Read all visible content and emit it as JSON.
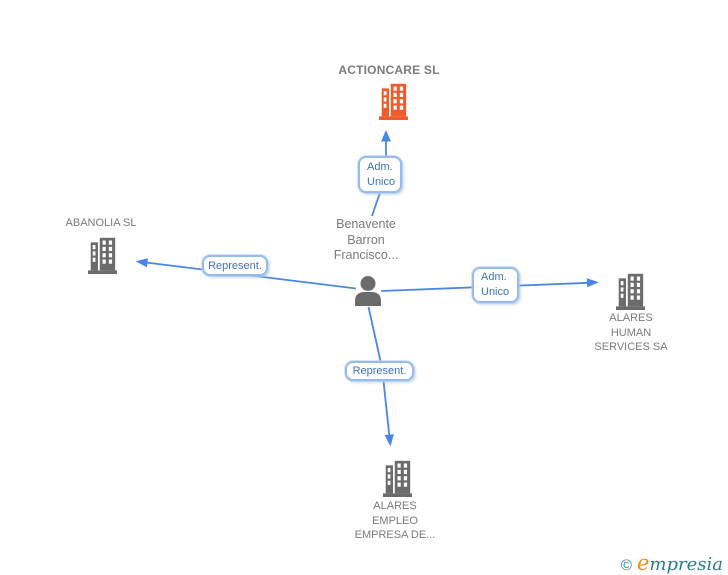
{
  "colors": {
    "edge_blue": "#4a86e8",
    "box_border": "#97bbea",
    "box_text": "#3e71c4",
    "node_gray": "#6b6b6b",
    "label_gray": "#7b7b7b",
    "highlight_orange": "#f15b2b",
    "brand_teal": "#2b7d8f",
    "brand_orange": "#ef8b22"
  },
  "nodes": {
    "top": {
      "label": "ACTIONCARE SL",
      "icon": "building-icon",
      "highlighted": true
    },
    "left": {
      "label": "ABANOLIA SL",
      "icon": "building-icon"
    },
    "center": {
      "lines": [
        "Benavente",
        "Barron",
        "Francisco..."
      ],
      "icon": "person-icon"
    },
    "right": {
      "lines": [
        "ALARES",
        "HUMAN",
        "SERVICES SA"
      ],
      "icon": "building-icon"
    },
    "bottom": {
      "lines": [
        "ALARES",
        "EMPLEO",
        "EMPRESA DE..."
      ],
      "icon": "building-icon"
    }
  },
  "edges": {
    "top": {
      "lines": [
        "Adm.",
        "Unico"
      ]
    },
    "left": {
      "label": "Represent."
    },
    "right": {
      "lines": [
        "Adm.",
        "Unico"
      ]
    },
    "bottom": {
      "label": "Represent."
    }
  },
  "footer": {
    "copyright": "©",
    "brand_initial": "e",
    "brand_rest": "mpresia"
  }
}
